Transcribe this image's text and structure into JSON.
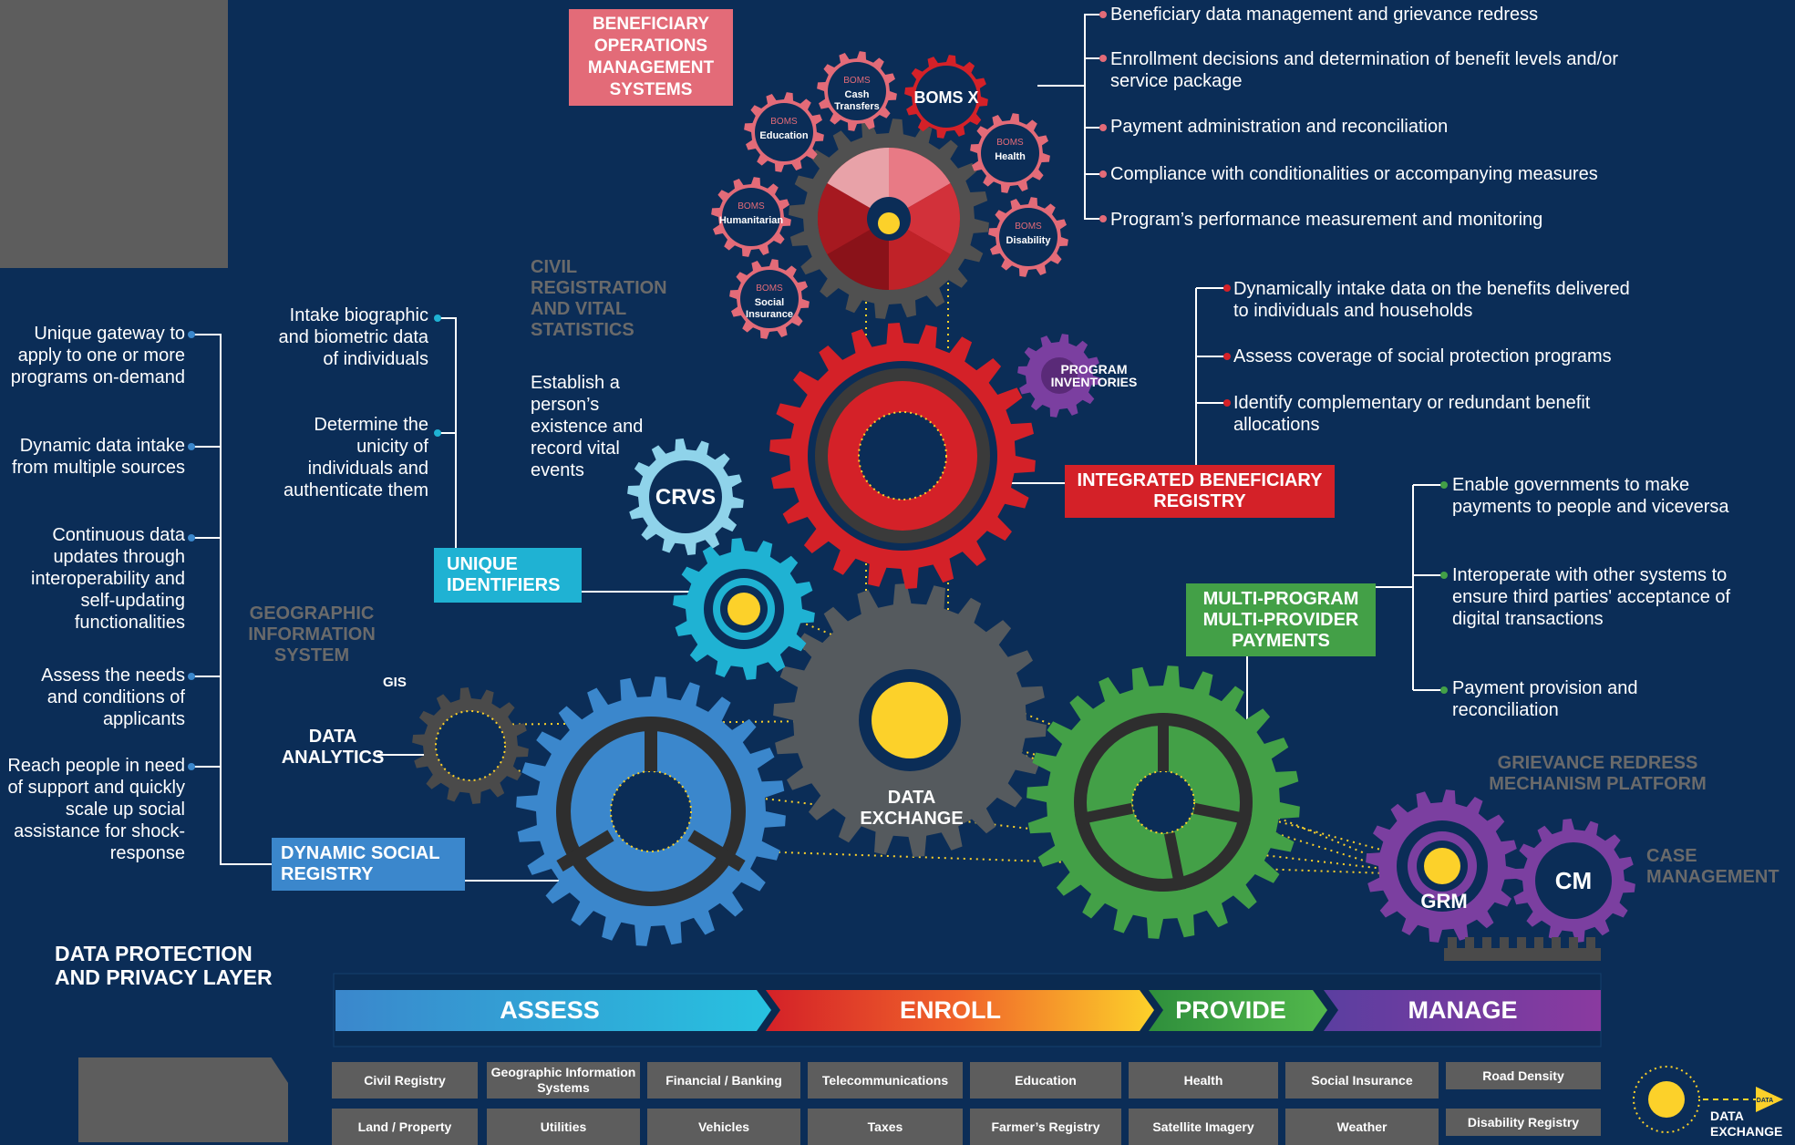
{
  "colors": {
    "background": "#0b2d57",
    "boms": "#e36b78",
    "registry_red": "#d42128",
    "unique_id_cyan": "#1fb2d3",
    "crvs_lightblue": "#8fd3ea",
    "social_registry_blue": "#3b87cc",
    "payments_green": "#43a047",
    "grm_purple": "#7b3fa0",
    "data_exchange_gray": "#555a5e",
    "hub_yellow": "#fcd12a"
  },
  "boms": {
    "title": "BENEFICIARY OPERATIONS MANAGEMENT SYSTEMS",
    "gears": [
      {
        "top": "BOMS",
        "bottom": "Cash Transfers"
      },
      {
        "top": "BOMS",
        "bottom": "Education"
      },
      {
        "top": "BOMS",
        "bottom": "Humanitarian"
      },
      {
        "top": "BOMS",
        "bottom": "Social Insurance"
      },
      {
        "top": "BOMS",
        "bottom": "Health"
      },
      {
        "top": "BOMS",
        "bottom": "Disability"
      }
    ],
    "x_label": "BOMS X",
    "functions": [
      "Beneficiary data management and grievance redress",
      "Enrollment decisions and determination of benefit levels and/or service package",
      "Payment administration and reconciliation",
      "Compliance with conditionalities or accompanying measures",
      "Program’s performance measurement and monitoring"
    ]
  },
  "integrated_registry": {
    "label": "INTEGRATED BENEFICIARY REGISTRY",
    "program_inventories": "PROGRAM INVENTORIES",
    "functions": [
      "Dynamically intake data on the benefits delivered to individuals and households",
      "Assess coverage of social protection programs",
      "Identify complementary or redundant benefit allocations"
    ]
  },
  "crvs": {
    "gear_label": "CRVS",
    "title": "CIVIL REGISTRATION AND VITAL STATISTICS",
    "description": "Establish a person’s existence and record vital events"
  },
  "unique_identifiers": {
    "label": "UNIQUE IDENTIFIERS",
    "functions": [
      "Intake biographic and biometric data of individuals",
      "Determine the unicity of individuals and authenticate them"
    ]
  },
  "gis": {
    "title": "GEOGRAPHIC INFORMATION SYSTEM",
    "gear_label": "GIS"
  },
  "data_analytics": {
    "label": "DATA ANALYTICS"
  },
  "data_exchange": {
    "label": "DATA EXCHANGE"
  },
  "social_registry": {
    "label": "DYNAMIC SOCIAL REGISTRY",
    "functions": [
      "Unique gateway to apply to one or more programs on-demand",
      "Dynamic data intake from multiple sources",
      "Continuous data updates through interoperability and self-updating functionalities",
      "Assess the needs and conditions of applicants",
      "Reach people in need of support and quickly scale up social assistance for shock-response"
    ]
  },
  "payments": {
    "label": "MULTI-PROGRAM MULTI-PROVIDER PAYMENTS",
    "functions": [
      "Enable governments to make payments to people and viceversa",
      "Interoperate with other systems to ensure third parties' acceptance of digital transactions",
      "Payment provision and reconciliation"
    ]
  },
  "grm": {
    "title": "GRIEVANCE REDRESS MECHANISM PLATFORM",
    "gear_label": "GRM"
  },
  "case_management": {
    "title": "CASE MANAGEMENT",
    "gear_label": "CM"
  },
  "data_protection": {
    "label": "DATA PROTECTION AND PRIVACY LAYER"
  },
  "process_steps": [
    "ASSESS",
    "ENROLL",
    "PROVIDE",
    "MANAGE"
  ],
  "data_sources_row1": [
    "Civil Registry",
    "Geographic Information Systems",
    "Financial / Banking",
    "Telecommunications",
    "Education",
    "Health",
    "Social Insurance",
    "Road Density"
  ],
  "data_sources_row2": [
    "Land / Property",
    "Utilities",
    "Vehicles",
    "Taxes",
    "Farmer’s Registry",
    "Satellite Imagery",
    "Weather",
    "Disability Registry"
  ],
  "legend": {
    "label": "DATA EXCHANGE",
    "tag": "DATA"
  }
}
